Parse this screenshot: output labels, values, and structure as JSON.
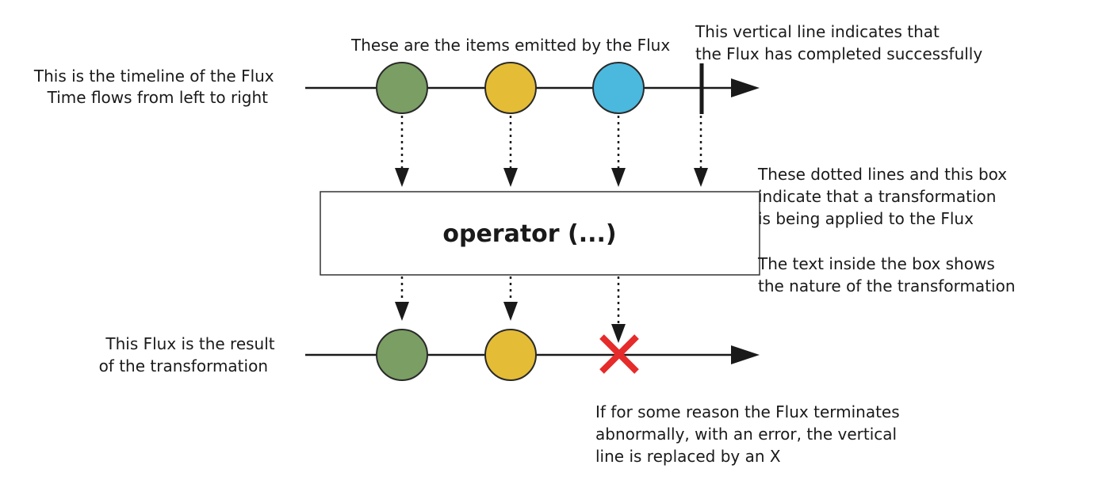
{
  "annotations": {
    "timeline": [
      "This is the timeline of the Flux",
      "Time flows from left to right"
    ],
    "items": "These are the items emitted by the Flux",
    "completion": [
      "This vertical line indicates that",
      "the Flux has completed successfully"
    ],
    "transformation": [
      "These dotted lines and this box",
      "indicate that a transformation",
      "is being applied to the Flux"
    ],
    "box_text": [
      "The text inside the box shows",
      "the nature of the transformation"
    ],
    "result": [
      "This Flux is the result",
      "of the transformation"
    ],
    "error": [
      "If for some reason the Flux terminates",
      "abnormally, with an error, the vertical",
      "line is replaced by an X"
    ]
  },
  "operator_label": "operator (...)",
  "input_items": [
    {
      "name": "item-green",
      "color": "#7a9e63"
    },
    {
      "name": "item-yellow",
      "color": "#e4bc36"
    },
    {
      "name": "item-blue",
      "color": "#4bb8de"
    }
  ],
  "output_items": [
    {
      "name": "item-green",
      "color": "#7a9e63"
    },
    {
      "name": "item-yellow",
      "color": "#e4bc36"
    }
  ],
  "colors": {
    "line": "#1a1a1a",
    "error_x": "#e62b2b",
    "box_border": "#333333"
  }
}
